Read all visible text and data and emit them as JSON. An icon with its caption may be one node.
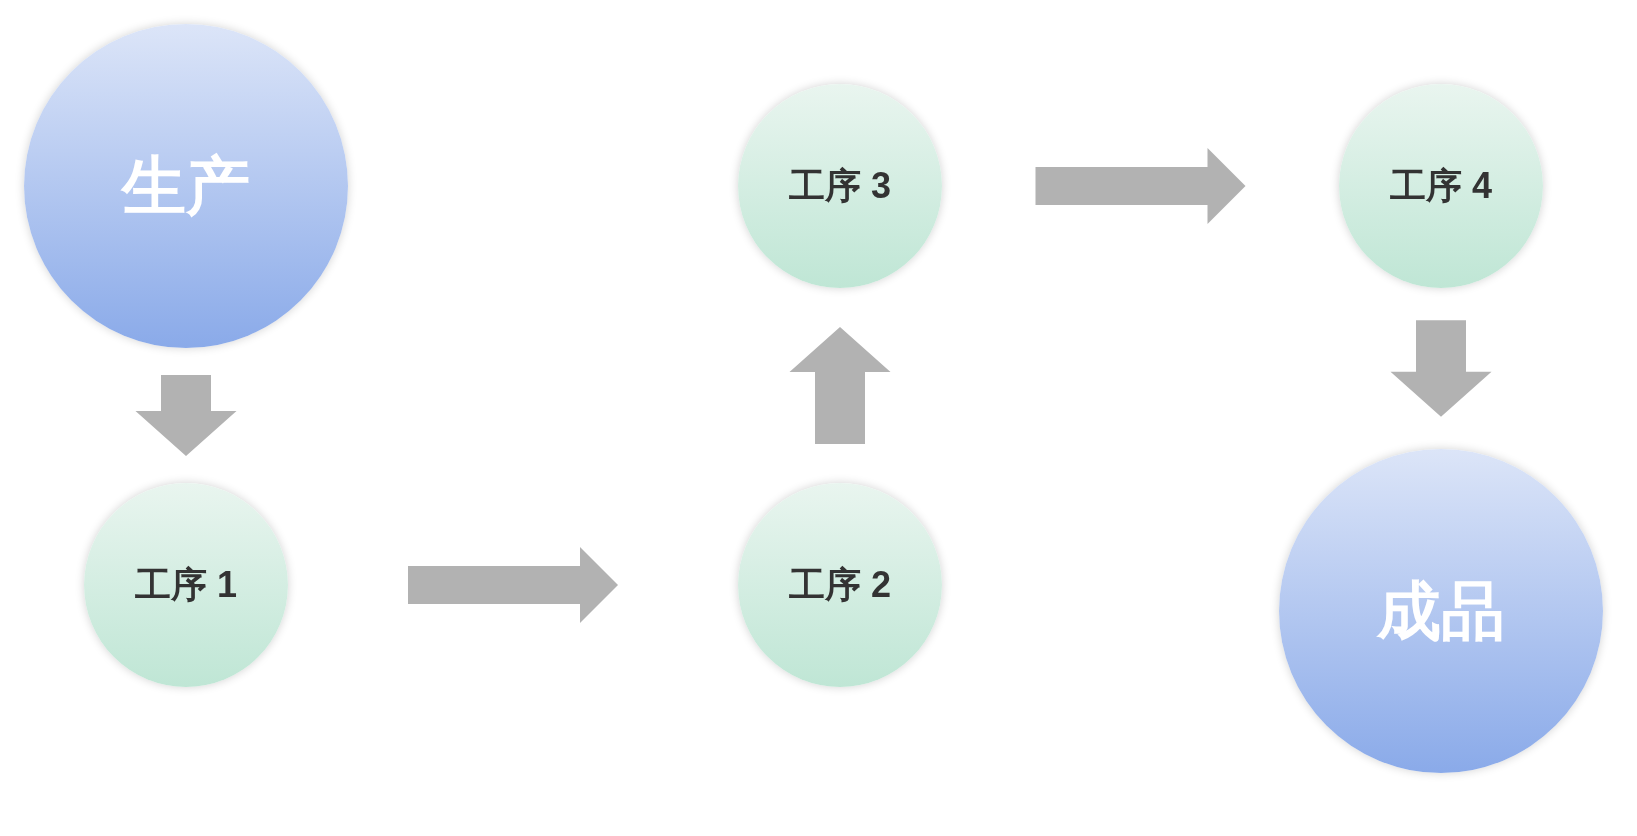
{
  "diagram": {
    "nodes": [
      {
        "text": [
          "生产"
        ]
      },
      {
        "text": [
          "工序 1"
        ]
      },
      {
        "text": [
          "工序 2"
        ]
      },
      {
        "text": [
          "工序 3"
        ]
      },
      {
        "text": [
          "工序 4"
        ]
      },
      {
        "text": [
          "成品"
        ]
      }
    ],
    "edges": [
      {
        "from": 0,
        "to": 1,
        "arrow": "to"
      },
      {
        "from": 1,
        "to": 2,
        "arrow": "to"
      },
      {
        "from": 2,
        "to": 3,
        "arrow": "to"
      },
      {
        "from": 3,
        "to": 4,
        "arrow": "to"
      },
      {
        "from": 4,
        "to": 5,
        "arrow": "to"
      }
    ]
  }
}
